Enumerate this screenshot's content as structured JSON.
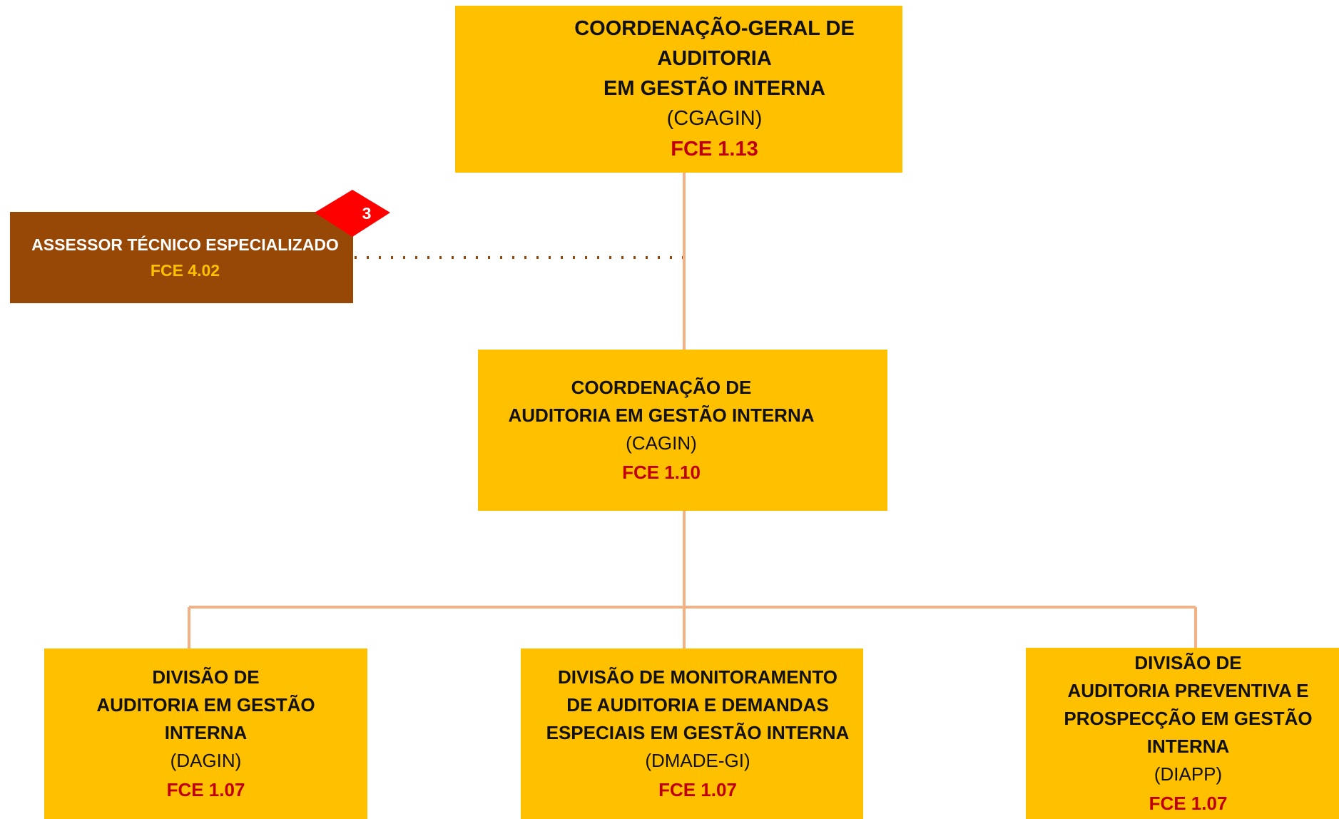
{
  "colors": {
    "box_fill": "#FFC000",
    "assessor_fill": "#974706",
    "fce_text": "#C00000",
    "assessor_fce_text": "#FFC000",
    "connector": "#F4B183",
    "dotted_connector": "#974706",
    "badge_fill": "#FF0000"
  },
  "nodes": {
    "cgagin": {
      "title_line1": "COORDENAÇÃO-GERAL DE AUDITORIA",
      "title_line2": "EM GESTÃO INTERNA",
      "abbr": "(CGAGIN)",
      "fce": "FCE 1.13"
    },
    "assessor": {
      "title": "ASSESSOR TÉCNICO ESPECIALIZADO",
      "fce": "FCE 4.02",
      "badge": "3"
    },
    "cagin": {
      "title_line1": "COORDENAÇÃO DE",
      "title_line2": "AUDITORIA EM GESTÃO INTERNA",
      "abbr": "(CAGIN)",
      "fce": "FCE 1.10"
    },
    "dagin": {
      "title_line1": "DIVISÃO DE",
      "title_line2": "AUDITORIA EM GESTÃO",
      "title_line3": "INTERNA",
      "abbr": "(DAGIN)",
      "fce": "FCE 1.07"
    },
    "dmade": {
      "title_line1": "DIVISÃO DE MONITORAMENTO",
      "title_line2": "DE AUDITORIA E DEMANDAS",
      "title_line3": "ESPECIAIS EM GESTÃO INTERNA",
      "abbr": "(DMADE-GI)",
      "fce": "FCE 1.07"
    },
    "diapp": {
      "title_line1": "DIVISÃO DE",
      "title_line2": "AUDITORIA PREVENTIVA E",
      "title_line3": "PROSPECÇÃO EM GESTÃO",
      "title_line4": "INTERNA",
      "abbr": "(DIAPP)",
      "fce": "FCE 1.07"
    }
  }
}
